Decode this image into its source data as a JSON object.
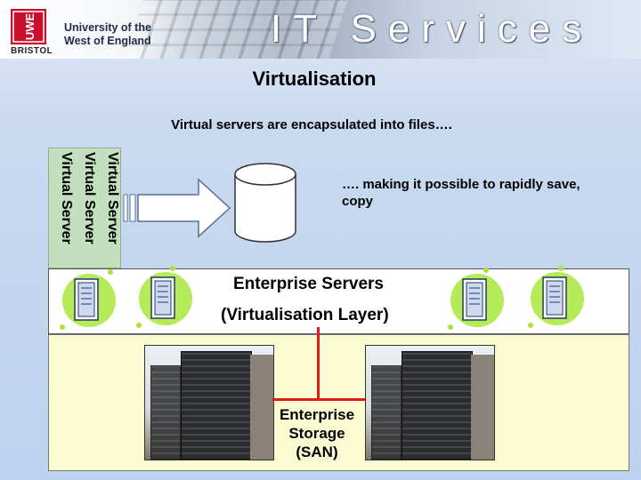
{
  "header": {
    "logo_text": "UWE",
    "city": "BRISTOL",
    "university_line1": "University of the",
    "university_line2": "West of England",
    "banner_title": "IT Services"
  },
  "slide": {
    "title": "Virtualisation",
    "subtitle": "Virtual servers are encapsulated into files….",
    "virtual_servers": [
      "Virtual Server",
      "Virtual Server",
      "Virtual Server"
    ],
    "note": "…. making it possible to rapidly save, copy",
    "enterprise_servers": "Enterprise Servers",
    "virtualisation_layer": "(Virtualisation Layer)",
    "storage_line1": "Enterprise",
    "storage_line2": "Storage",
    "storage_line3": "(SAN)"
  },
  "colors": {
    "background": "#c9daf0",
    "virtual_server_box": "#c2dfbe",
    "storage_panel": "#fbfbd2",
    "link_line": "#e01b1b",
    "logo_red": "#c8102e",
    "server_glow": "#a8e63c"
  },
  "icons": [
    "uwe-logo-icon",
    "block-arrow-icon",
    "file-cylinder-icon",
    "server-icon",
    "storage-photo"
  ]
}
